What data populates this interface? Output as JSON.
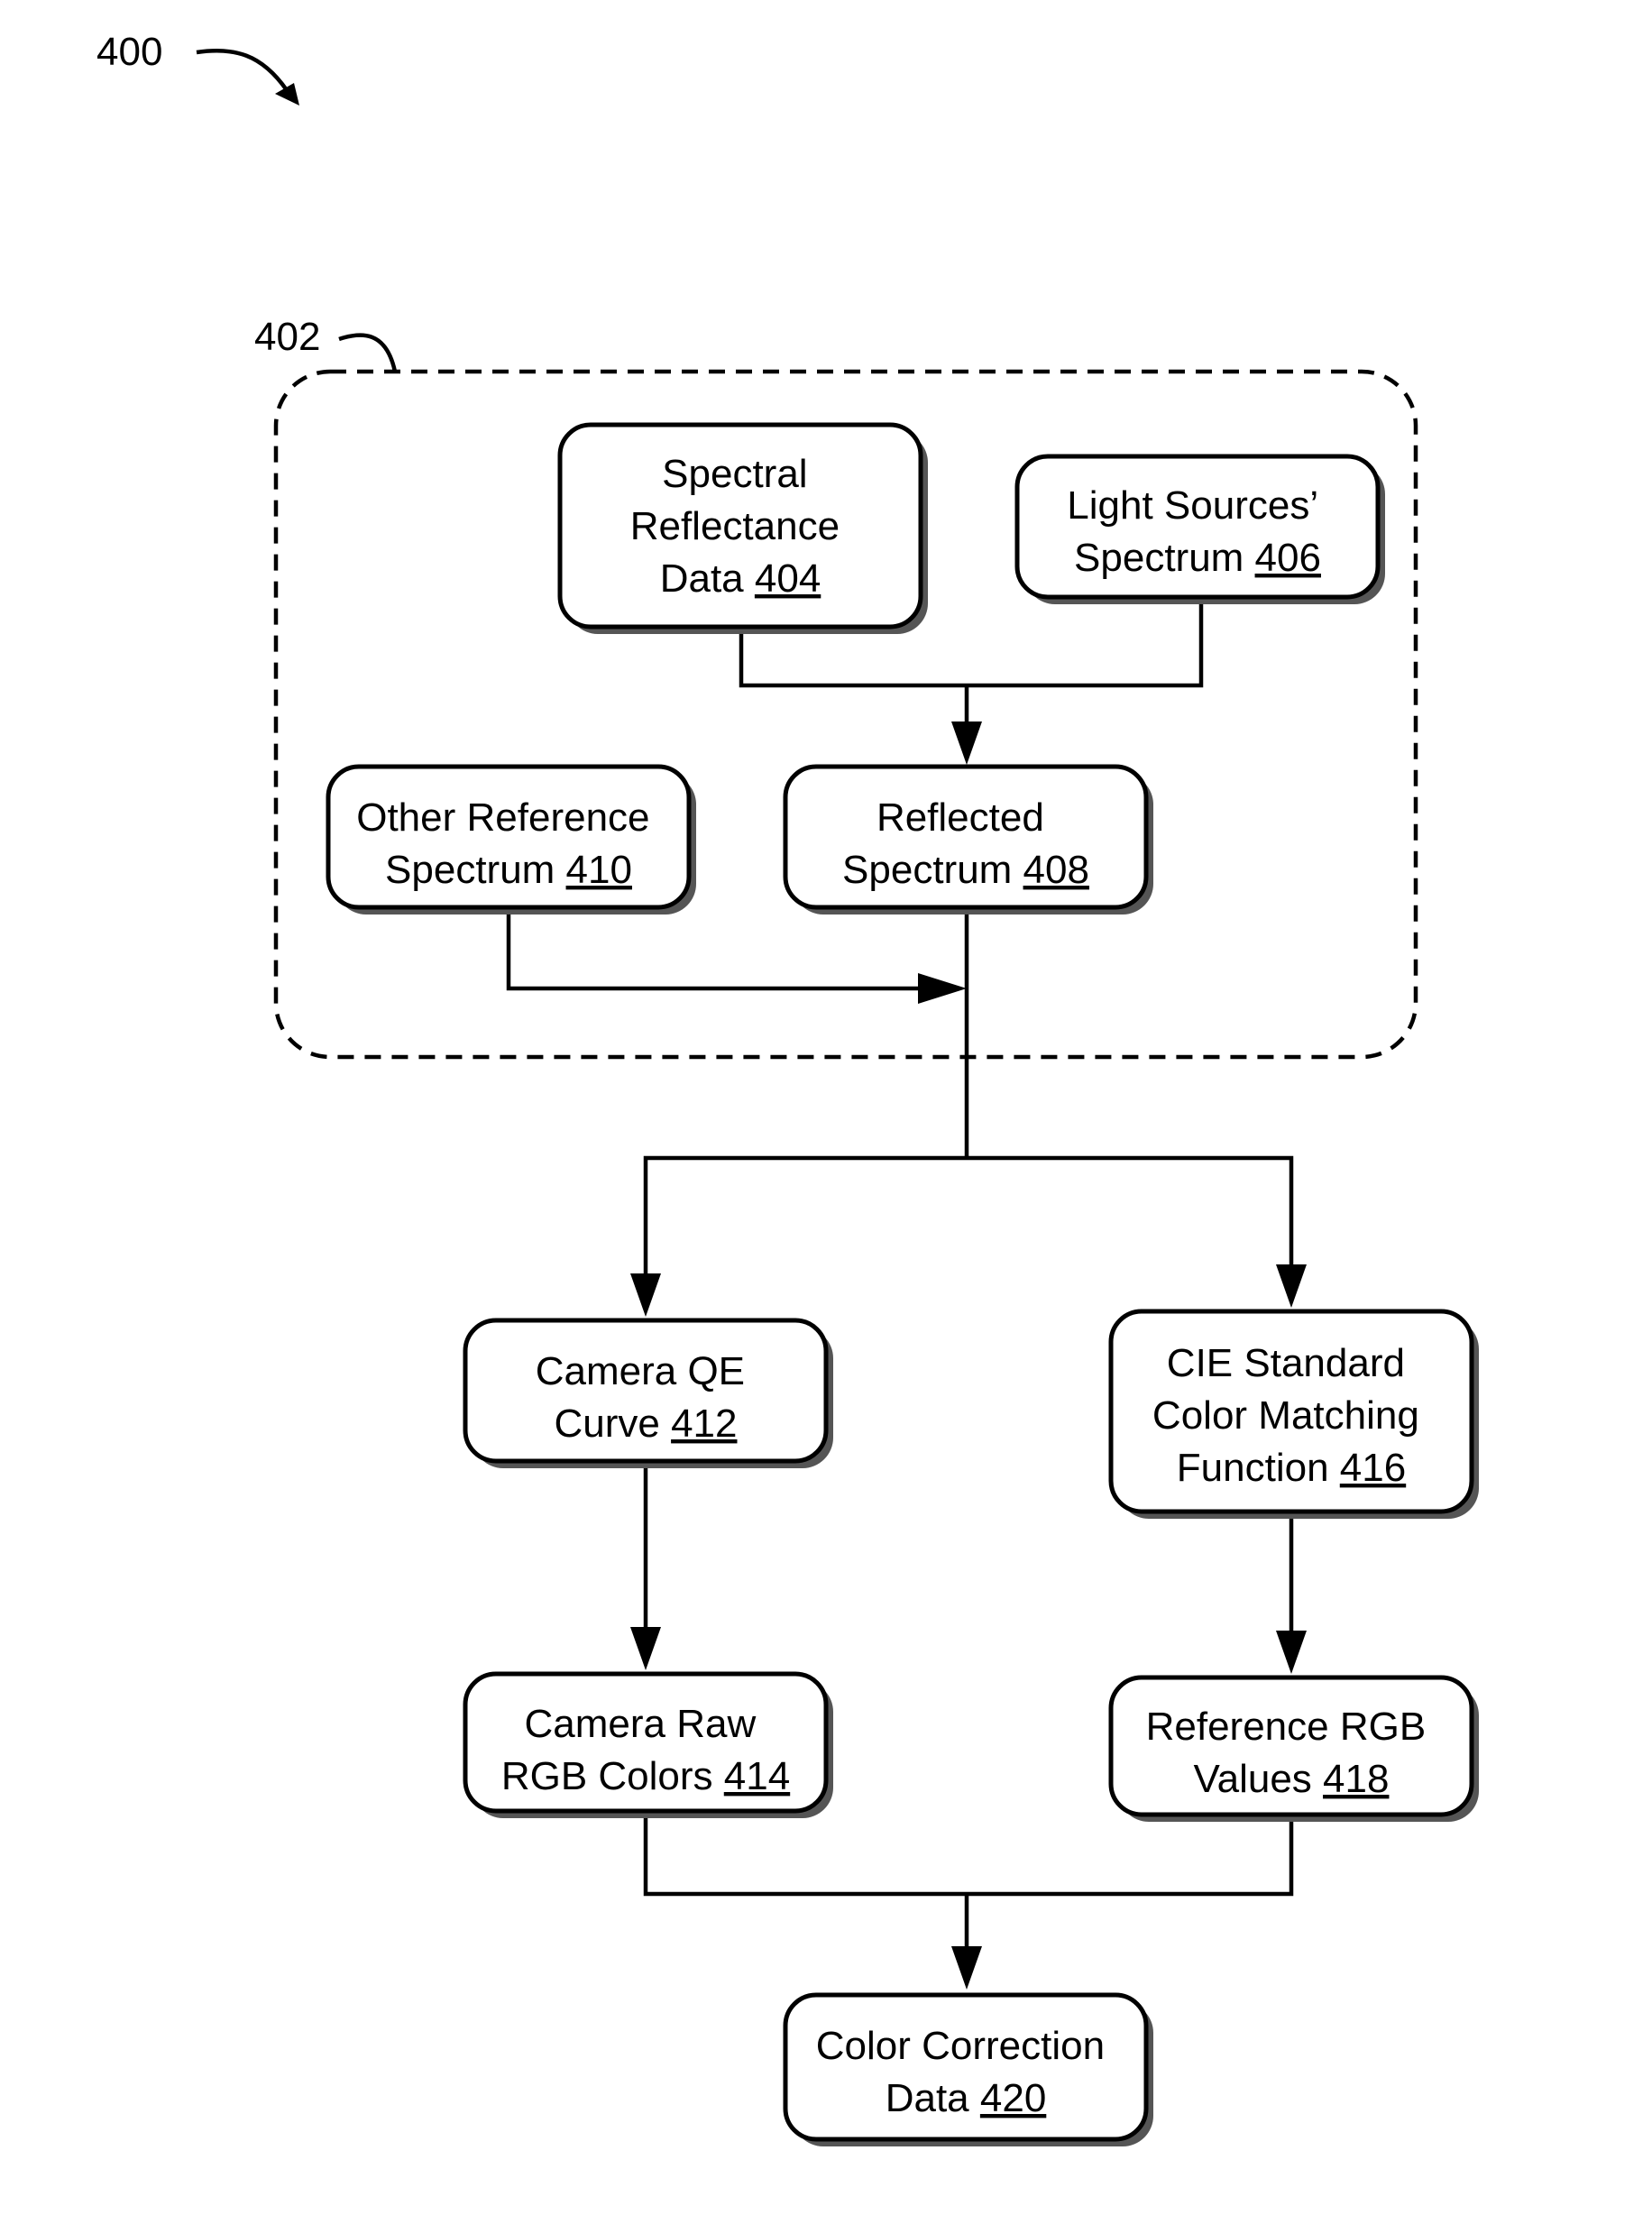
{
  "figure": {
    "figure_number": "400",
    "group_number": "402"
  },
  "nodes": {
    "spectral_reflectance": {
      "lines": [
        "Spectral",
        "Reflectance",
        "Data "
      ],
      "ref": "404"
    },
    "light_sources": {
      "lines": [
        "Light Sources’",
        "Spectrum "
      ],
      "ref": "406"
    },
    "other_reference": {
      "lines": [
        "Other Reference",
        "Spectrum "
      ],
      "ref": "410"
    },
    "reflected_spectrum": {
      "lines": [
        "Reflected",
        "Spectrum "
      ],
      "ref": "408"
    },
    "camera_qe": {
      "lines": [
        "Camera QE",
        "Curve "
      ],
      "ref": "412"
    },
    "cie_standard": {
      "lines": [
        "CIE Standard",
        "Color Matching",
        "Function "
      ],
      "ref": "416"
    },
    "camera_raw": {
      "lines": [
        "Camera Raw",
        "RGB Colors "
      ],
      "ref": "414"
    },
    "reference_rgb": {
      "lines": [
        "Reference RGB",
        "Values "
      ],
      "ref": "418"
    },
    "color_correction": {
      "lines": [
        "Color Correction",
        "Data "
      ],
      "ref": "420"
    }
  }
}
